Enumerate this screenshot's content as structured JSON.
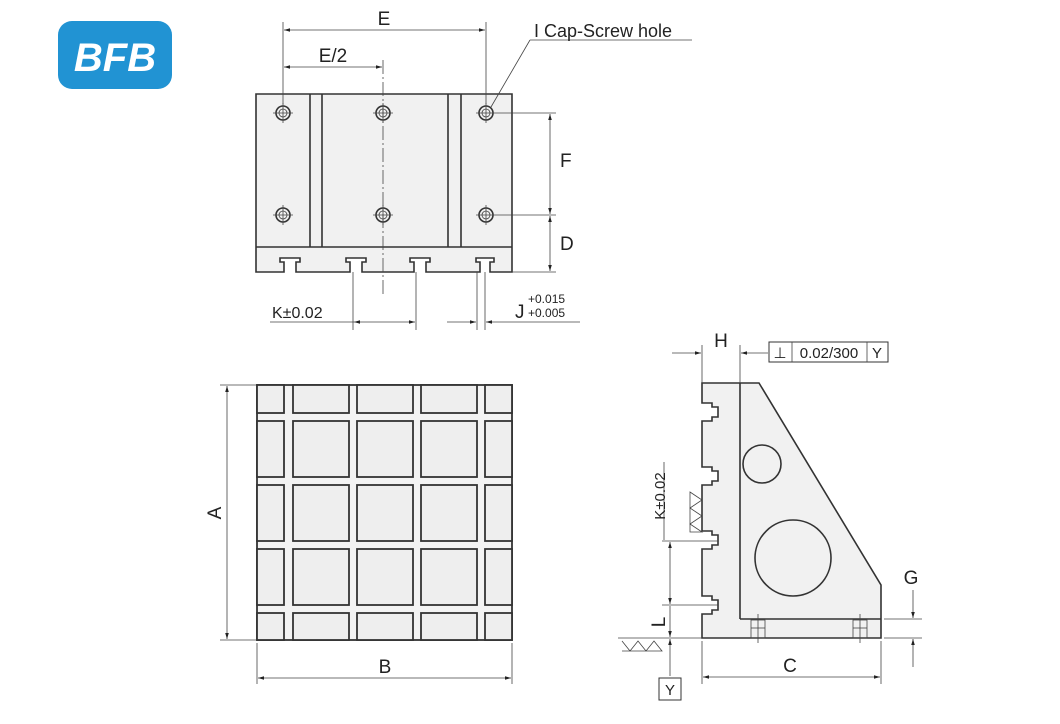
{
  "logo": {
    "text": "BFB",
    "color": "#2193d3"
  },
  "top_view": {
    "dim_E": "E",
    "dim_E_half": "E/2",
    "dim_F": "F",
    "dim_D": "D",
    "dim_K": "K±0.02",
    "dim_J": "J",
    "dim_J_upper": "+0.015",
    "dim_J_lower": "+0.005",
    "callout": "I  Cap-Screw hole"
  },
  "front_view": {
    "dim_A": "A",
    "dim_B": "B"
  },
  "side_view": {
    "dim_H": "H",
    "tolerance_symbol": "⊥",
    "tolerance_value": "0.02/300",
    "tolerance_datum": "Y",
    "dim_K": "K±0.02",
    "dim_L": "L",
    "dim_G": "G",
    "dim_C": "C",
    "datum": "Y"
  }
}
